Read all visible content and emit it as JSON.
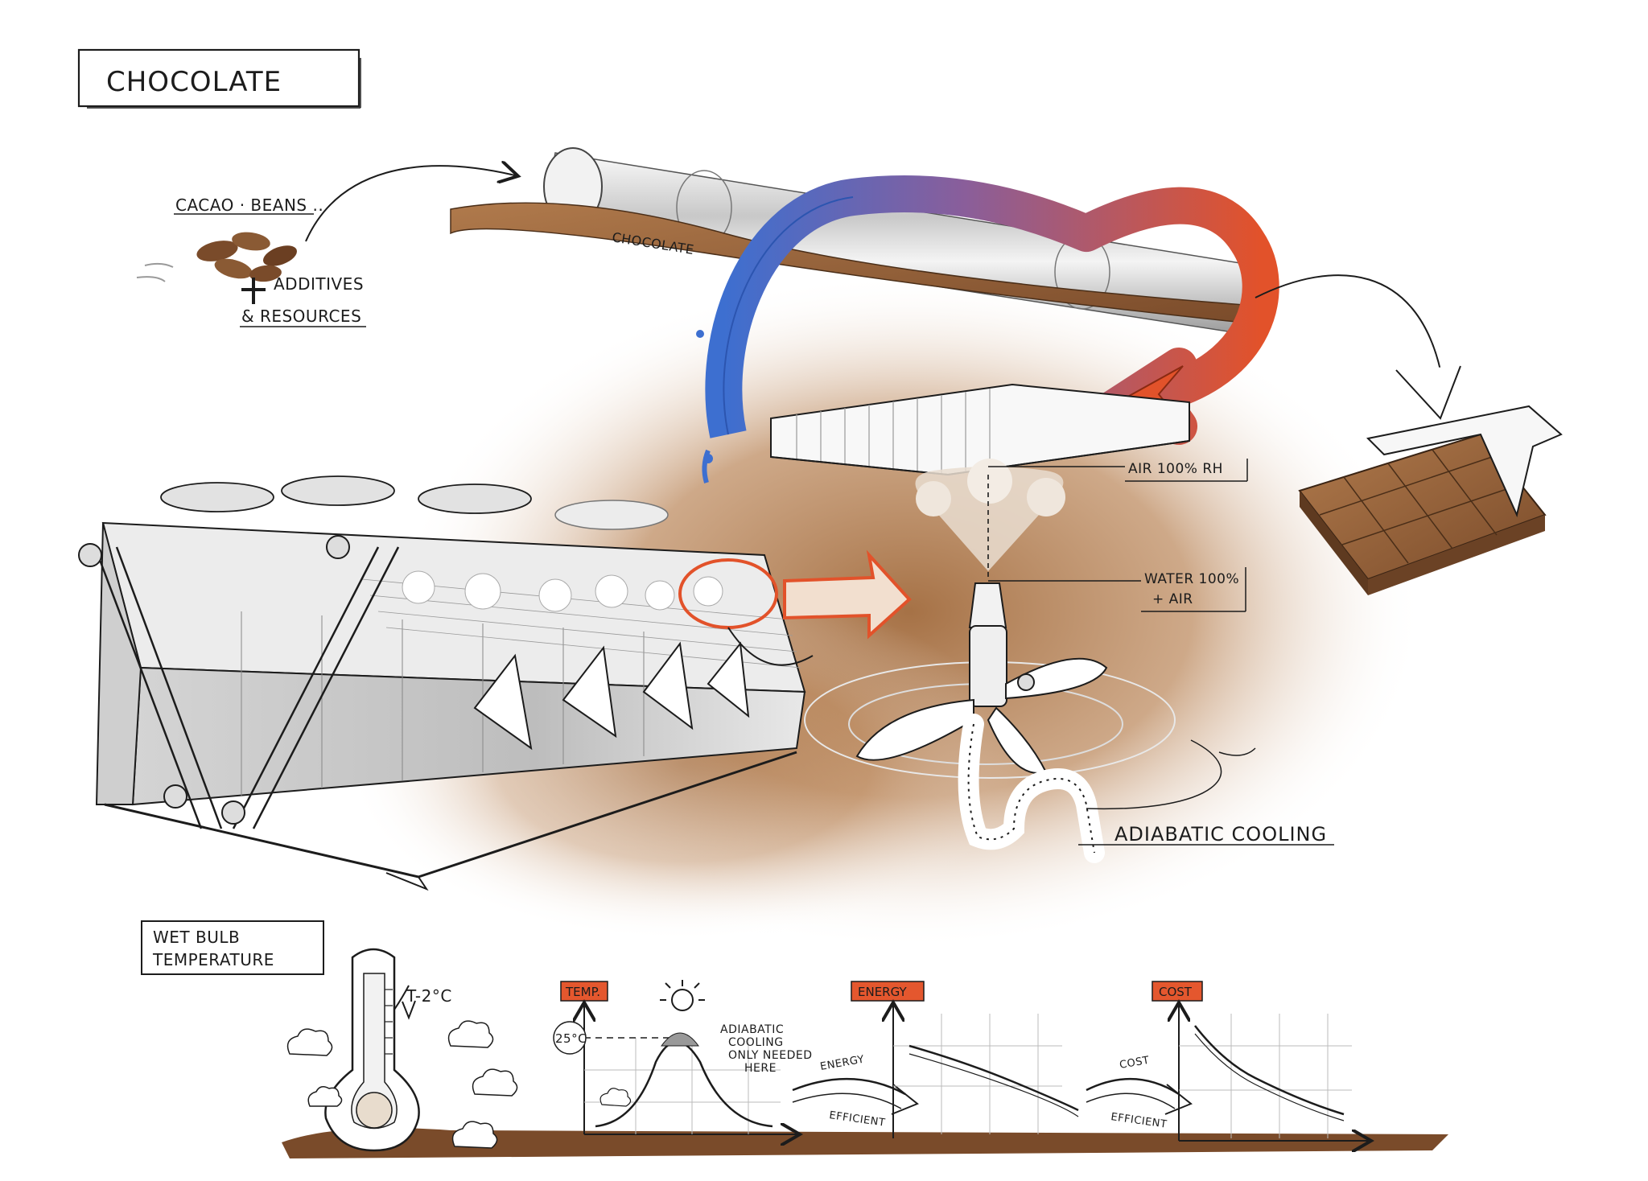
{
  "title": "CHOCOLATE",
  "inputs": {
    "beans": "CACAO · BEANS ..",
    "additives": "ADDITIVES",
    "resources": "& RESOURCES"
  },
  "pipe_label": "CHOCOLATE",
  "callouts": {
    "air": "AIR 100% RH",
    "water_line1": "WATER 100%",
    "water_line2": "+ AIR"
  },
  "process_label": "ADIABATIC COOLING",
  "wet_bulb": {
    "line1": "WET BULB",
    "line2": "TEMPERATURE",
    "delta": "T-2°C"
  },
  "graphs": {
    "temp": {
      "tag": "TEMP.",
      "marker": "25°C",
      "note_line1": "ADIABATIC",
      "note_line2": "COOLING",
      "note_line3": "ONLY NEEDED",
      "note_line4": "HERE"
    },
    "energy": {
      "tag": "ENERGY",
      "arrow_top": "ENERGY",
      "arrow_bottom": "EFFICIENT"
    },
    "cost": {
      "tag": "COST",
      "arrow_top": "COST",
      "arrow_bottom": "EFFICIENT"
    }
  },
  "colors": {
    "chocolate": "#8a5a34",
    "warm_red": "#e2522a",
    "cool_blue": "#3d6fd0",
    "tag_fill": "#e4572e",
    "ink": "#1c1c1c"
  }
}
